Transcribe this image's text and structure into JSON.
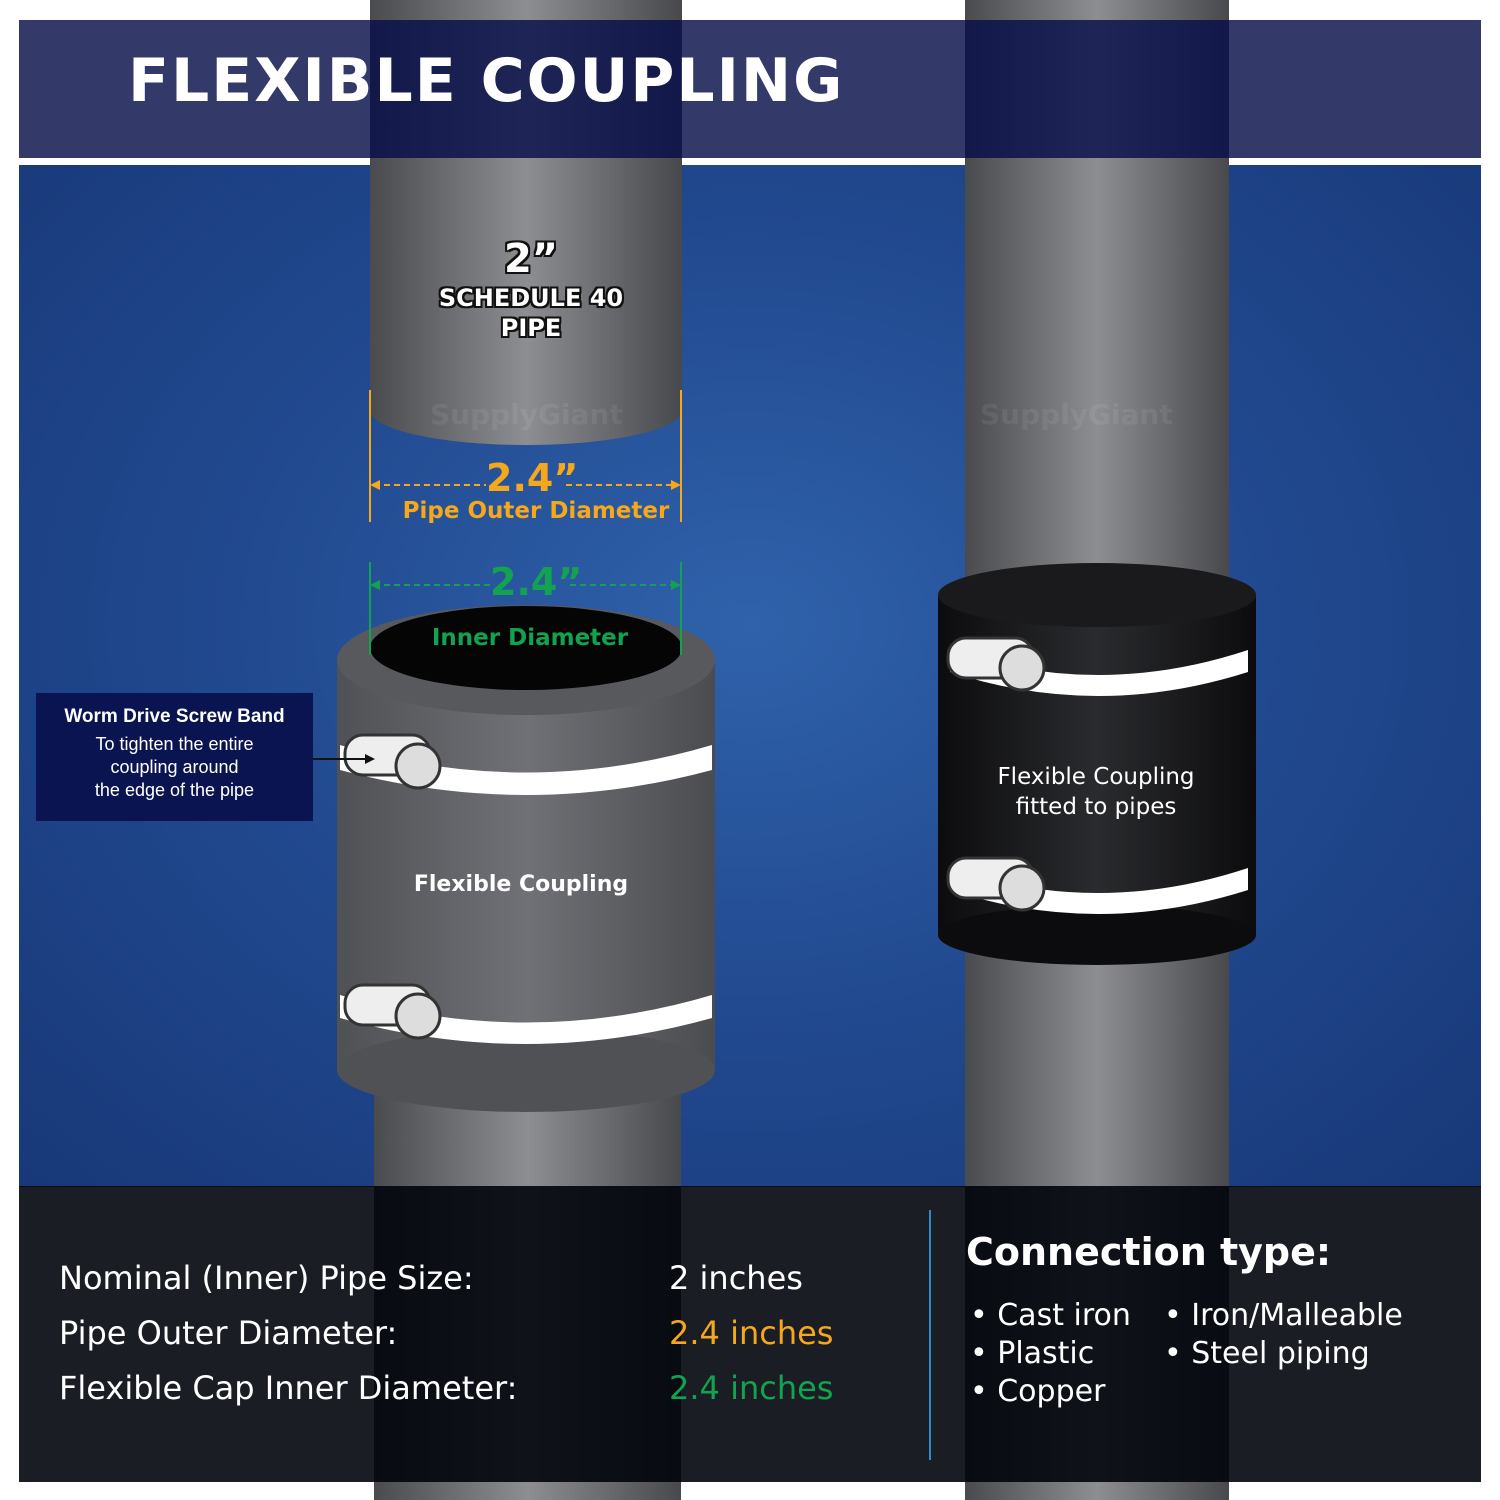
{
  "header": {
    "title": "FLEXIBLE COUPLING"
  },
  "pipe": {
    "size": "2”",
    "schedule": "SCHEDULE 40",
    "type": "PIPE"
  },
  "outer_dim": {
    "value": "2.4”",
    "label": "Pipe Outer Diameter",
    "color": "#f5a81c"
  },
  "inner_dim": {
    "value": "2.4”",
    "label": "Inner Diameter",
    "color": "#12a350"
  },
  "callout": {
    "title": "Worm Drive Screw Band",
    "lines": [
      "To tighten the entire",
      "coupling around",
      "the edge of the pipe"
    ]
  },
  "coupling_label": "Flexible Coupling",
  "fitted_label": [
    "Flexible Coupling",
    "fitted to pipes"
  ],
  "watermark": "SupplyGiant",
  "specs": [
    {
      "label": "Nominal (Inner) Pipe Size:",
      "value": "2 inches",
      "color": "#ffffff"
    },
    {
      "label": "Pipe Outer Diameter:",
      "value": "2.4 inches",
      "color": "#f5a81c"
    },
    {
      "label": "Flexible Cap Inner Diameter:",
      "value": "2.4 inches",
      "color": "#12a350"
    }
  ],
  "connection": {
    "title": "Connection type:",
    "types": [
      "Cast iron",
      "Plastic",
      "Copper",
      "Iron/Malleable",
      "Steel piping"
    ]
  }
}
